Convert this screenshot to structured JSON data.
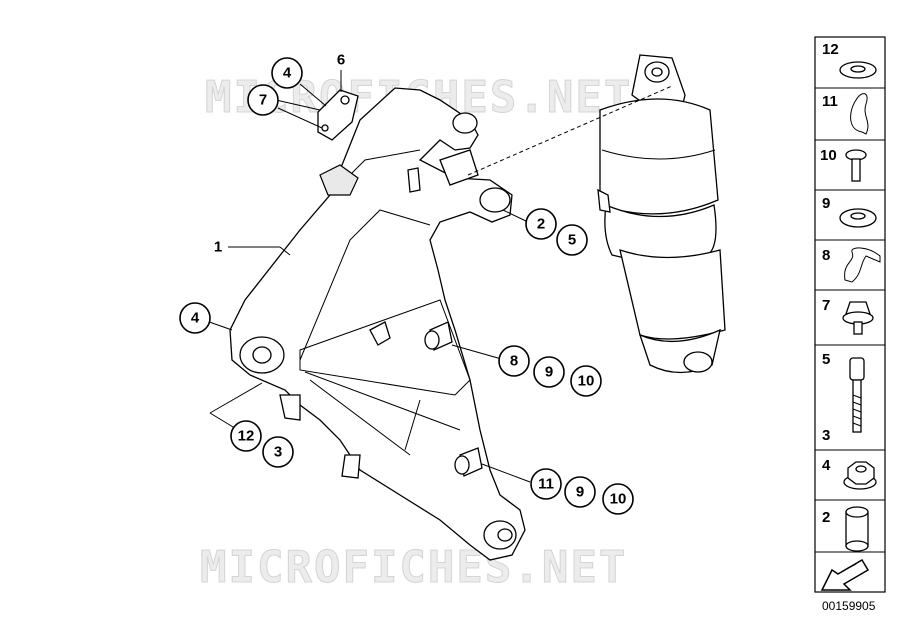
{
  "watermark": "MICROFICHES.NET",
  "diagram_id": "00159905",
  "callouts": [
    {
      "id": "c1",
      "label": "1"
    },
    {
      "id": "c4a",
      "label": "4"
    },
    {
      "id": "c6",
      "label": "6"
    },
    {
      "id": "c7",
      "label": "7"
    },
    {
      "id": "c2",
      "label": "2"
    },
    {
      "id": "c5",
      "label": "5"
    },
    {
      "id": "c4b",
      "label": "4"
    },
    {
      "id": "c8",
      "label": "8"
    },
    {
      "id": "c9a",
      "label": "9"
    },
    {
      "id": "c10a",
      "label": "10"
    },
    {
      "id": "c12",
      "label": "12"
    },
    {
      "id": "c3",
      "label": "3"
    },
    {
      "id": "c11",
      "label": "11"
    },
    {
      "id": "c9b",
      "label": "9"
    },
    {
      "id": "c10b",
      "label": "10"
    }
  ],
  "parts_strip": [
    {
      "label": "12",
      "icon": "washer-icon"
    },
    {
      "label": "11",
      "icon": "spring-clip-icon"
    },
    {
      "label": "10",
      "icon": "screw-icon"
    },
    {
      "label": "9",
      "icon": "washer-icon"
    },
    {
      "label": "8",
      "icon": "clip-icon"
    },
    {
      "label": "7",
      "icon": "collar-screw-icon"
    },
    {
      "label": "5",
      "label2": "3",
      "icon": "bolt-icon"
    },
    {
      "label": "4",
      "icon": "hex-nut-icon"
    },
    {
      "label": "2",
      "icon": "bushing-icon"
    },
    {
      "label": "",
      "icon": "arrow-icon"
    }
  ]
}
